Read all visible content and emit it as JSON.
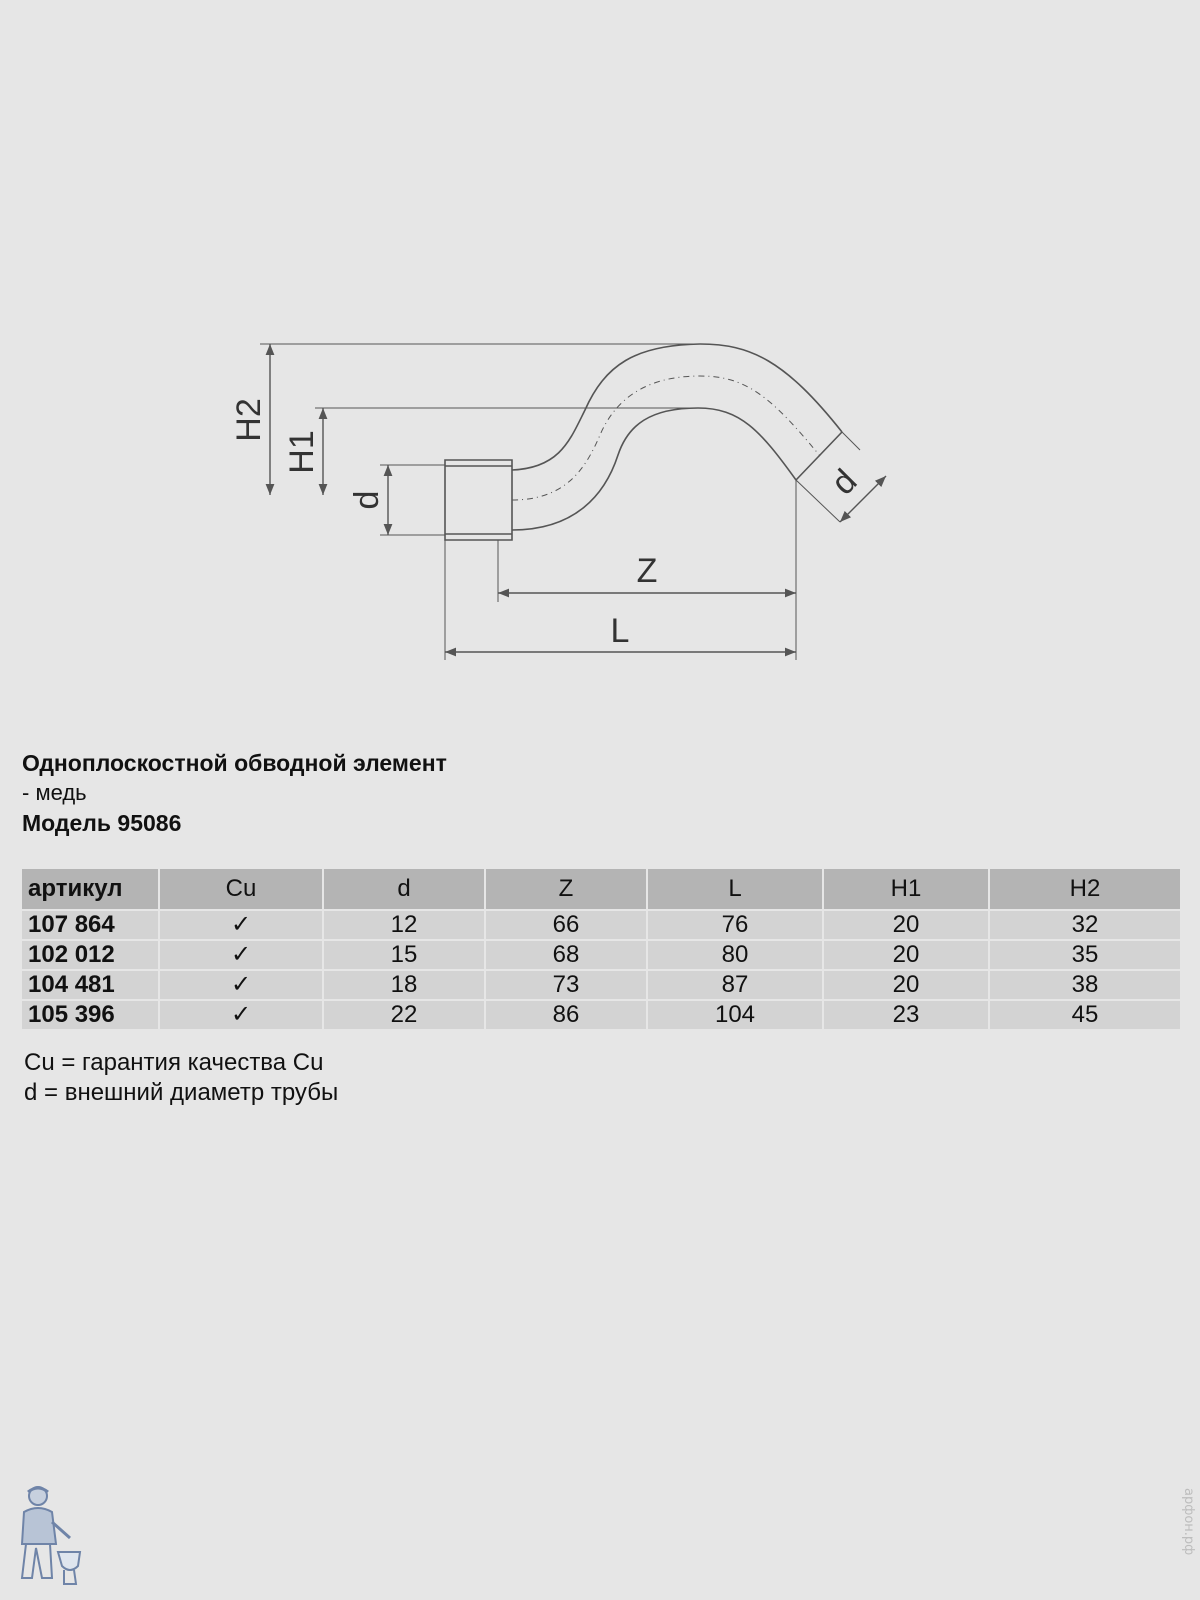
{
  "drawing": {
    "labels": {
      "h2": "H2",
      "h1": "H1",
      "d_left": "d",
      "d_right": "d",
      "z": "Z",
      "l": "L"
    }
  },
  "product": {
    "title": "Одноплоскостной обводной элемент",
    "material": "-  медь",
    "model": "Модель 95086"
  },
  "table": {
    "headers": [
      "артикул",
      "Cu",
      "d",
      "Z",
      "L",
      "H1",
      "H2"
    ],
    "rows": [
      [
        "107 864",
        "✓",
        "12",
        "66",
        "76",
        "20",
        "32"
      ],
      [
        "102 012",
        "✓",
        "15",
        "68",
        "80",
        "20",
        "35"
      ],
      [
        "104 481",
        "✓",
        "18",
        "73",
        "87",
        "20",
        "38"
      ],
      [
        "105 396",
        "✓",
        "22",
        "86",
        "104",
        "23",
        "45"
      ]
    ]
  },
  "notes": [
    "Cu = гарантия качества Cu",
    "d = внешний диаметр трубы"
  ],
  "watermark": "арфон.рф",
  "mascot_icon": "plumber-mascot-icon"
}
